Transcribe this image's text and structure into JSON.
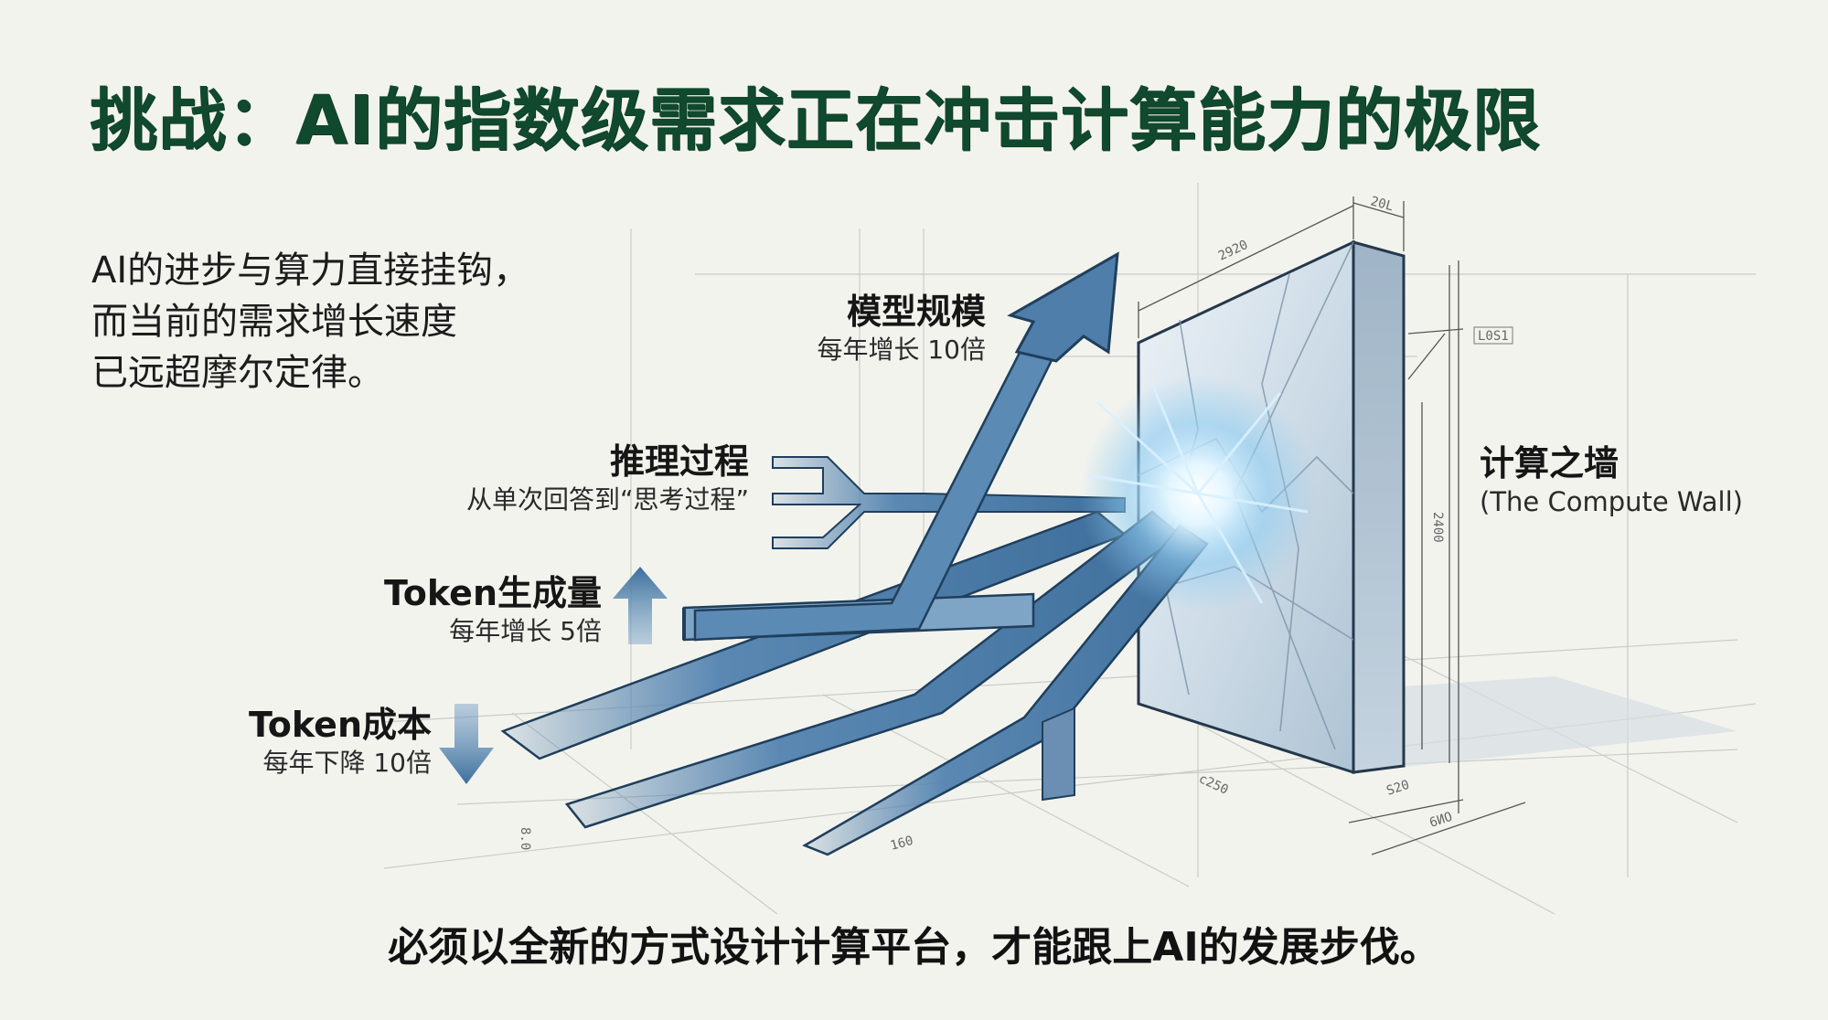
{
  "title": "挑战：AI的指数级需求正在冲击计算能力的极限",
  "intro": {
    "lines": [
      "AI的进步与算力直接挂钩，",
      "而当前的需求增长速度",
      "已远超摩尔定律。"
    ]
  },
  "labels": {
    "model_scale": {
      "head": "模型规模",
      "sub": "每年增长 10倍"
    },
    "inference": {
      "head": "推理过程",
      "sub": "从单次回答到“思考过程”"
    },
    "token_generation": {
      "head": "Token生成量",
      "sub": "每年增长 5倍",
      "trend_icon": "arrow-up-icon"
    },
    "token_cost": {
      "head": "Token成本",
      "sub": "每年下降 10倍",
      "trend_icon": "arrow-down-icon"
    },
    "compute_wall": {
      "head": "计算之墙",
      "sub": "(The Compute Wall)"
    }
  },
  "dimension_marks": [
    "20L",
    "2920",
    "L0S1",
    "2400",
    "c250",
    "S20",
    "6ИO",
    "160",
    "8.0"
  ],
  "footer": "必须以全新的方式设计计算平台，才能跟上AI的发展步伐。",
  "colors": {
    "title_green": "#10492e",
    "beam_blue": "#4f7eaa",
    "beam_dark": "#1f3f5c",
    "wall_glass": "#c9d8e4",
    "impact_glow": "#bfe6ff",
    "background": "#f3f3ee"
  }
}
